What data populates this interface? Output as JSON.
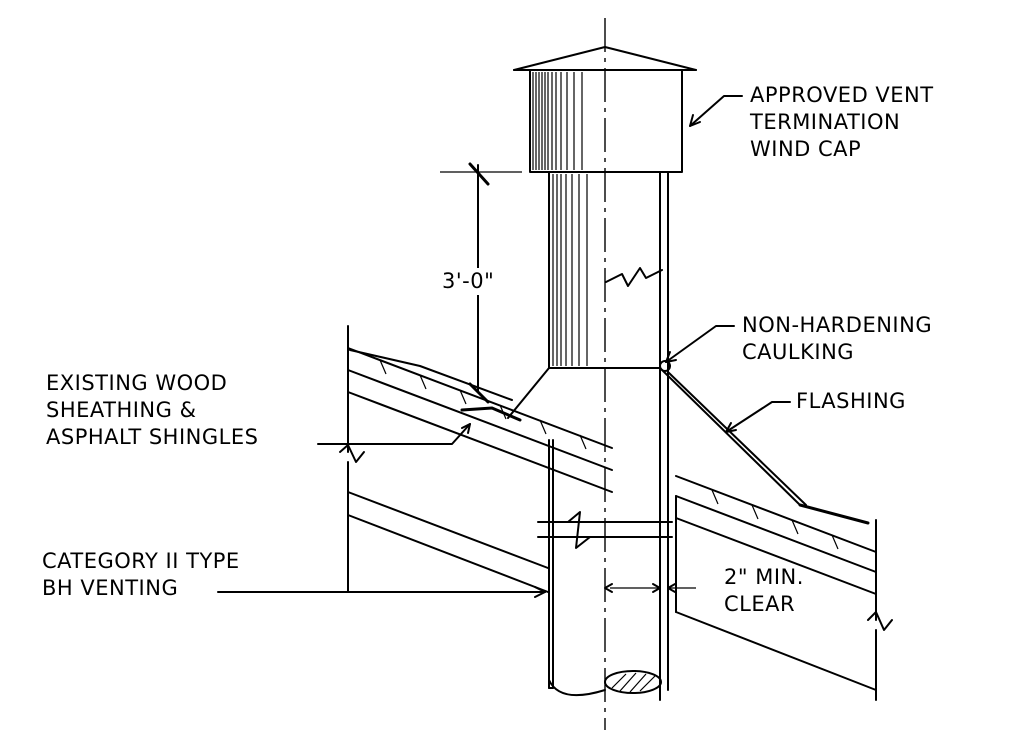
{
  "labels": {
    "vent_cap": [
      "APPROVED VENT",
      "TERMINATION",
      "WIND CAP"
    ],
    "dimension": "3'-0\"",
    "caulking": [
      "NON-HARDENING",
      "CAULKING"
    ],
    "flashing": "FLASHING",
    "sheathing": [
      "EXISTING WOOD",
      "SHEATHING &",
      "ASPHALT SHINGLES"
    ],
    "venting": [
      "CATEGORY II TYPE",
      "BH VENTING"
    ],
    "clearance": [
      "2\" MIN.",
      "CLEAR"
    ]
  }
}
